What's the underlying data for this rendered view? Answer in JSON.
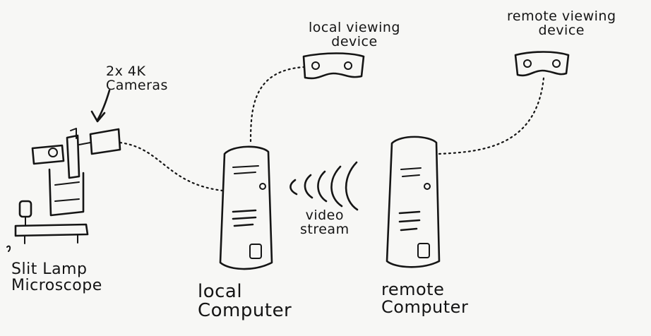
{
  "labels": {
    "cameras": "2x 4K\nCameras",
    "microscope": "Slit Lamp\nMicroscope",
    "local_viewer": "local viewing\ndevice",
    "remote_viewer": "remote viewing\ndevice",
    "local_computer": "local\nComputer",
    "remote_computer": "remote\nComputer",
    "stream": "video\nstream"
  }
}
